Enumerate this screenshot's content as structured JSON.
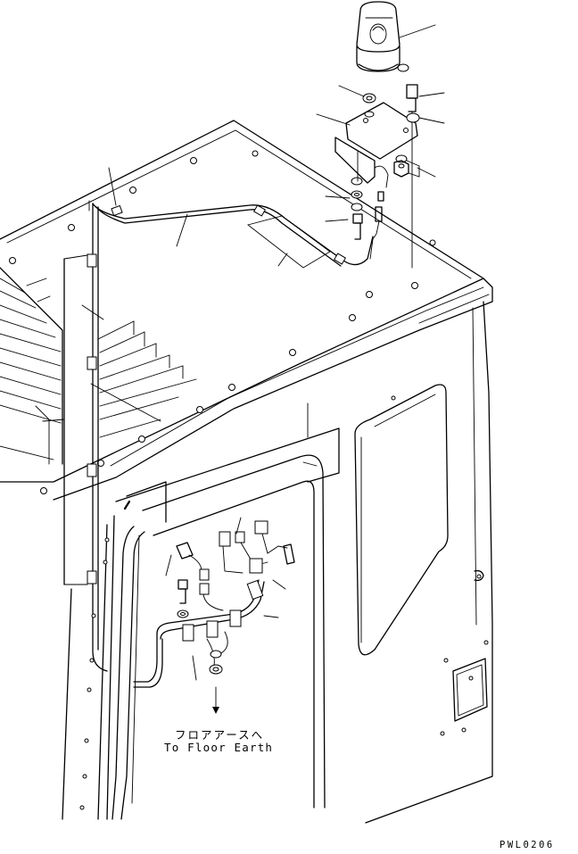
{
  "note": {
    "jp": "フロアアースへ",
    "en": "To Floor Earth"
  },
  "reference_code": "PWL0206",
  "parts": [
    "rotating-beacon",
    "mounting-bracket",
    "bolt",
    "washer",
    "lock-washer",
    "nut",
    "wire-clip",
    "wiring-harness",
    "connector",
    "cab-roof",
    "cab-door",
    "floor-earth-wire"
  ]
}
